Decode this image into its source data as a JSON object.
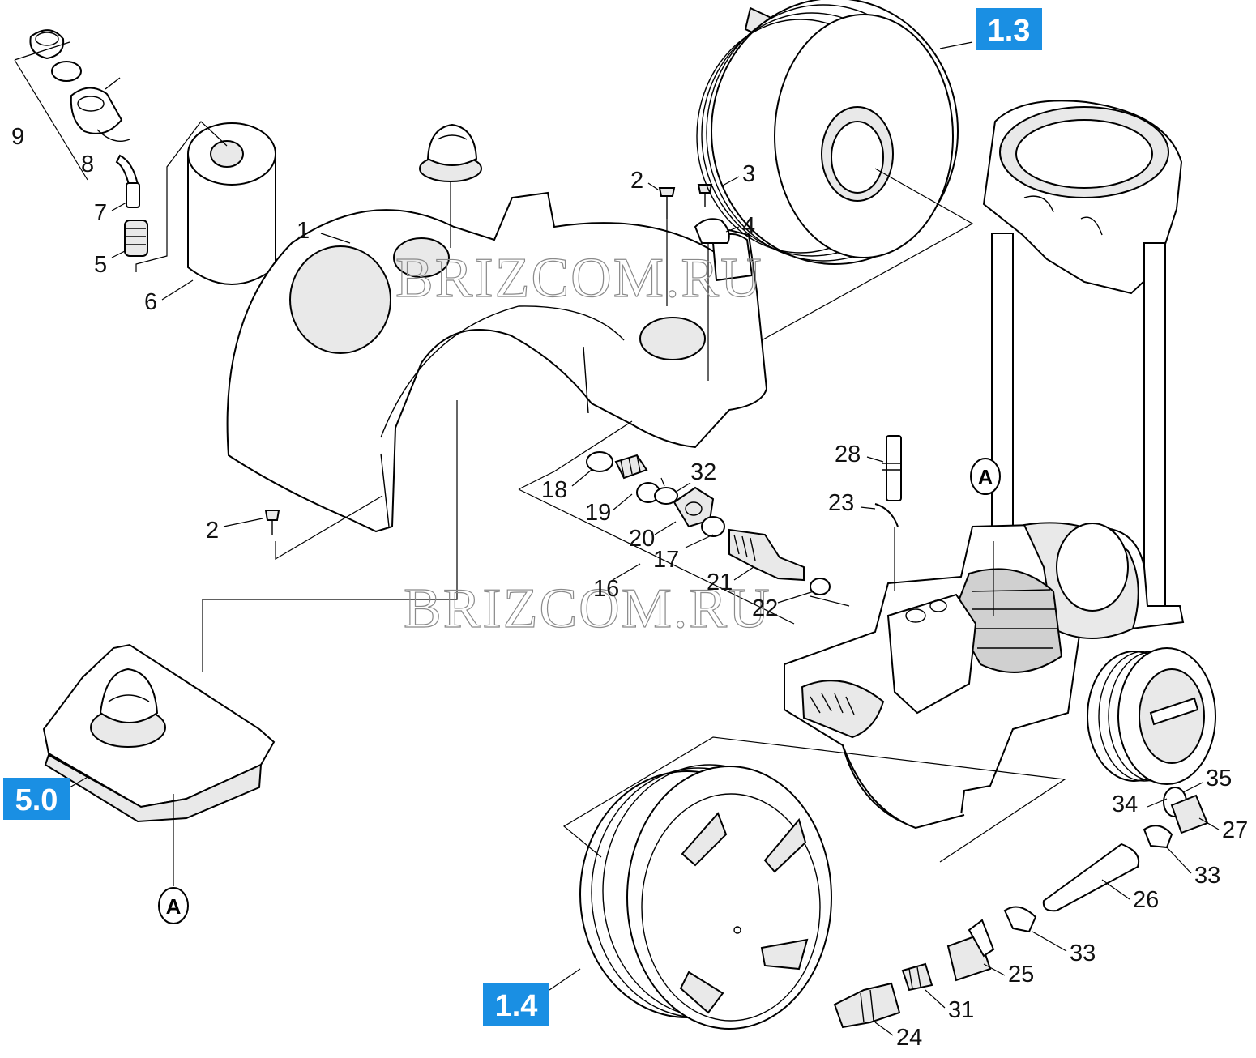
{
  "badges": {
    "top_right": "1.3",
    "bottom_center": "1.4",
    "left": "5.0"
  },
  "watermark": {
    "upper": "BRIZCOM.RU",
    "lower": "BRIZCOM.RU"
  },
  "reference_marks": {
    "right": "A",
    "lower_left": "A"
  },
  "callouts": {
    "c1": "1",
    "c2_top": "2",
    "c2_left": "2",
    "c3": "3",
    "c4": "4",
    "c5": "5",
    "c6": "6",
    "c7": "7",
    "c8": "8",
    "c9": "9",
    "c16": "16",
    "c17": "17",
    "c18": "18",
    "c19": "19",
    "c20": "20",
    "c21": "21",
    "c22": "22",
    "c23": "23",
    "c24": "24",
    "c25": "25",
    "c26": "26",
    "c27": "27",
    "c28": "28",
    "c31": "31",
    "c32": "32",
    "c33_upper": "33",
    "c33_lower": "33",
    "c34": "34",
    "c35": "35"
  }
}
